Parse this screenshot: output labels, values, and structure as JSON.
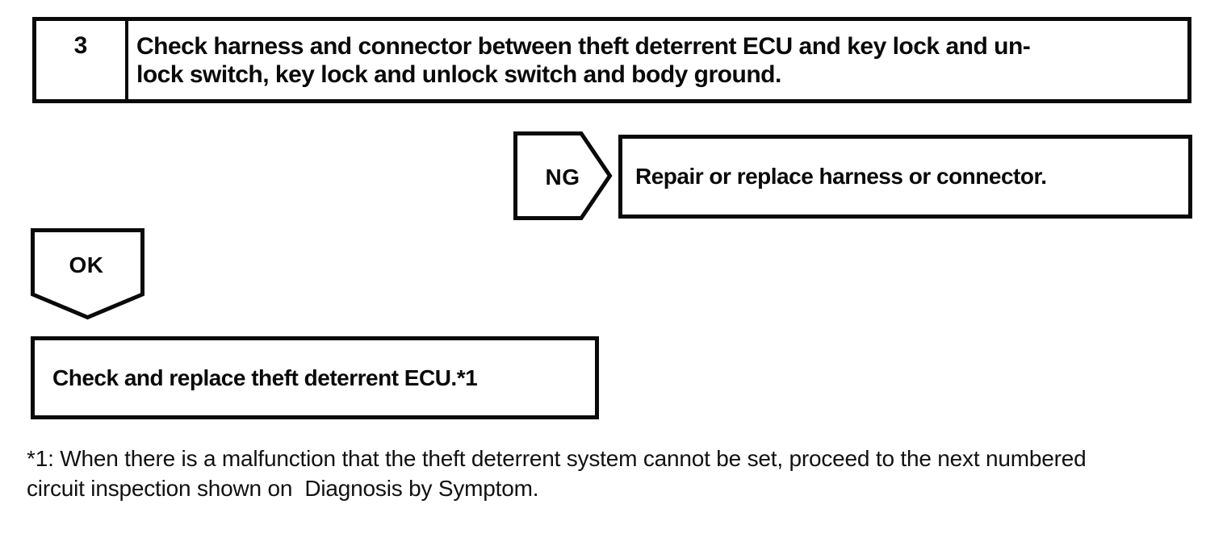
{
  "page": {
    "background_color": "#ffffff",
    "ink_color": "#0a0a0a",
    "kind": "service-manual troubleshooting flowchart"
  },
  "flowchart": {
    "step_box": {
      "number": "3",
      "lines": [
        "Check harness and connector between theft deterrent ECU and key lock and un-",
        "lock switch, key lock and unlock switch and body ground."
      ]
    },
    "ng_branch": {
      "label": "NG",
      "result": "Repair or replace harness or connector."
    },
    "ok_branch": {
      "label": "OK",
      "result": "Check and replace theft deterrent ECU.*1"
    },
    "footnote": {
      "lines": [
        "*1: When there is a malfunction that the theft deterrent system cannot be set, proceed to the next numbered",
        "circuit inspection shown on  Diagnosis by Symptom."
      ]
    }
  }
}
